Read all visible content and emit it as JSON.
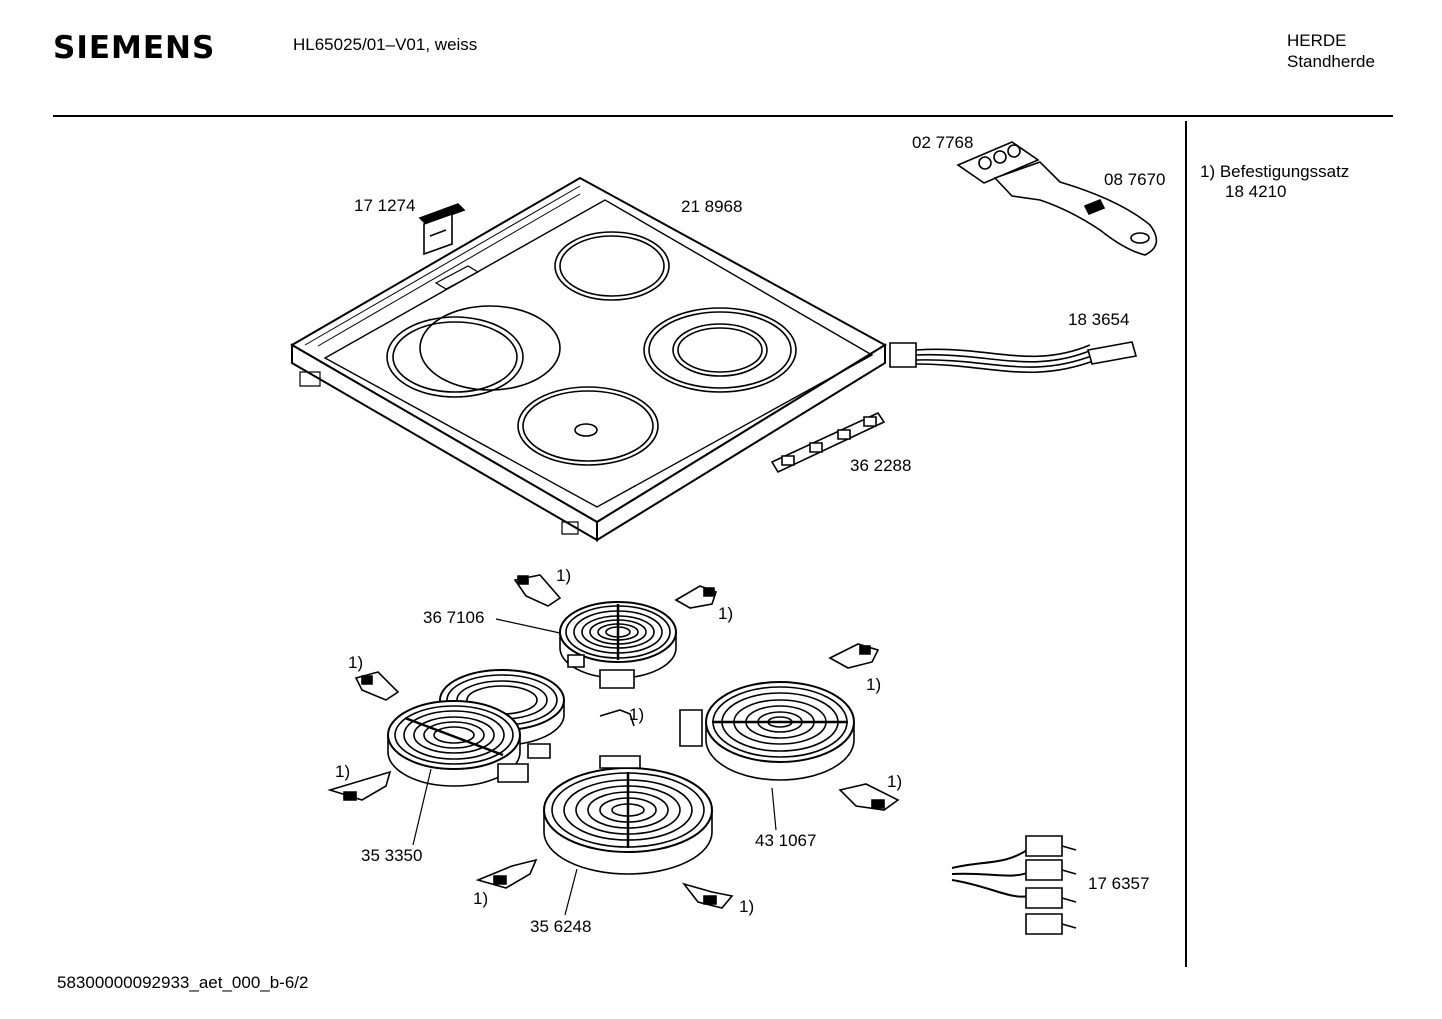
{
  "header": {
    "brand": "SIEMENS",
    "model": "HL65025/01–V01, weiss",
    "category_line1": "HERDE",
    "category_line2": "Standherde"
  },
  "sidebar": {
    "note_line1": "1)  Befestigungssatz",
    "note_line2": "18 4210"
  },
  "footer": {
    "doc_id": "58300000092933_aet_000_b-6/2"
  },
  "parts": {
    "p027768": "02 7768",
    "p087670": "08 7670",
    "p171274": "17 1274",
    "p218968": "21 8968",
    "p183654": "18 3654",
    "p362288": "36 2288",
    "p367106": "36 7106",
    "p353350": "35 3350",
    "p431067": "43 1067",
    "p356248": "35 6248",
    "p176357": "17 6357"
  },
  "footnote_ref": "1)"
}
